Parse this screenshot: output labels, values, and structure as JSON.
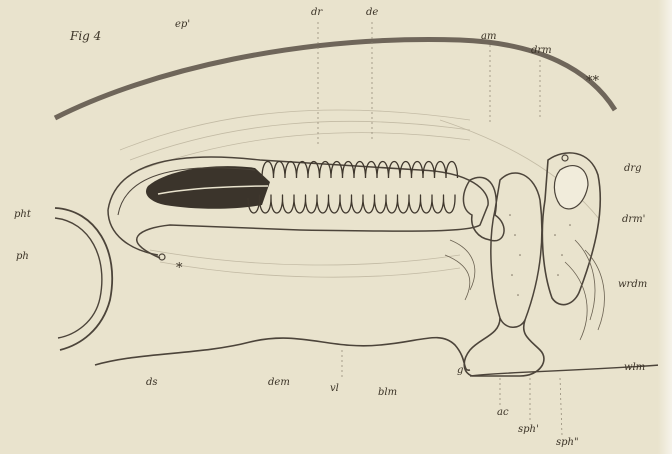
{
  "figure": {
    "title": "Fig 4",
    "labels": {
      "ep": "ep'",
      "dr": "dr",
      "de": "de",
      "am": "am",
      "drm": "drm",
      "stars": "**",
      "drg": "drg",
      "drm2": "drm'",
      "wrdm": "wrdm",
      "wlm": "wlm",
      "pht": "pht",
      "ph": "ph",
      "asterisk": "*",
      "g": "g",
      "dem": "dem",
      "vl": "vl",
      "blm": "blm",
      "ds": "ds",
      "ac": "ac",
      "sph1": "sph'",
      "sph2": "sph\""
    }
  },
  "colors": {
    "paper": "#e9e3cd",
    "ink": "#3a3226",
    "fill": "#3b342b"
  }
}
